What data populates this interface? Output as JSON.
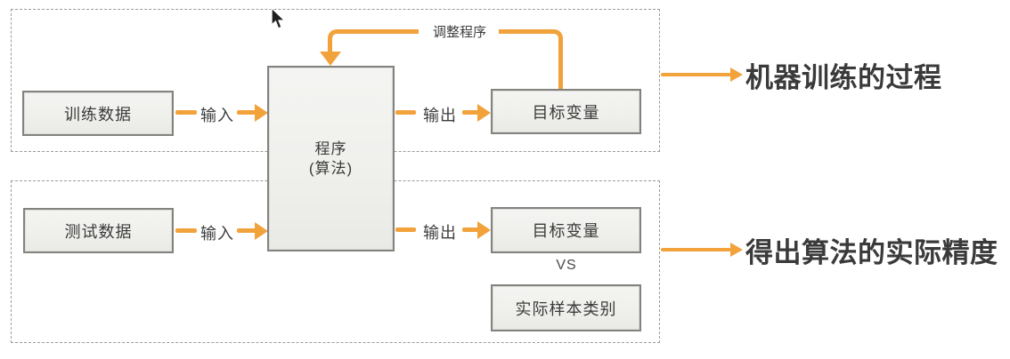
{
  "colors": {
    "accent_orange": "#f2a23b",
    "node_fill": "#f0f0ee",
    "node_border": "#82827f",
    "frame_dashed": "#9b9b98",
    "text_dark": "#3a3a3a"
  },
  "sections": {
    "training": {
      "source_box": "训练数据",
      "input_label": "输入",
      "output_label": "输出",
      "target_box": "目标变量",
      "feedback_label": "调整程序",
      "annotation": "机器训练的过程"
    },
    "testing": {
      "source_box": "测试数据",
      "input_label": "输入",
      "output_label": "输出",
      "target_box": "目标变量",
      "vs_label": "VS",
      "actual_box": "实际样本类别",
      "annotation": "得出算法的实际精度"
    },
    "program": {
      "line1": "程序",
      "line2": "(算法)"
    }
  }
}
